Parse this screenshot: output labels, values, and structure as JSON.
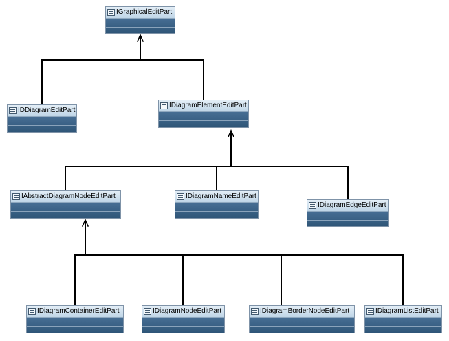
{
  "nodes": [
    {
      "id": "graphical",
      "label": "IGraphicalEditPart"
    },
    {
      "id": "ddiagram",
      "label": "IDDiagramEditPart"
    },
    {
      "id": "element",
      "label": "IDiagramElementEditPart"
    },
    {
      "id": "abstractnode",
      "label": "IAbstractDiagramNodeEditPart"
    },
    {
      "id": "name",
      "label": "IDiagramNameEditPart"
    },
    {
      "id": "edge",
      "label": "IDiagramEdgeEditPart"
    },
    {
      "id": "container",
      "label": "IDiagramContainerEditPart"
    },
    {
      "id": "node",
      "label": "IDiagramNodeEditPart"
    },
    {
      "id": "bordernode",
      "label": "IDiagramBorderNodeEditPart"
    },
    {
      "id": "list",
      "label": "IDiagramListEditPart"
    }
  ],
  "edges": [
    {
      "from": "ddiagram",
      "to": "graphical"
    },
    {
      "from": "element",
      "to": "graphical"
    },
    {
      "from": "abstractnode",
      "to": "element"
    },
    {
      "from": "name",
      "to": "element"
    },
    {
      "from": "edge",
      "to": "element"
    },
    {
      "from": "container",
      "to": "abstractnode"
    },
    {
      "from": "node",
      "to": "abstractnode"
    },
    {
      "from": "bordernode",
      "to": "abstractnode"
    },
    {
      "from": "list",
      "to": "abstractnode"
    }
  ]
}
